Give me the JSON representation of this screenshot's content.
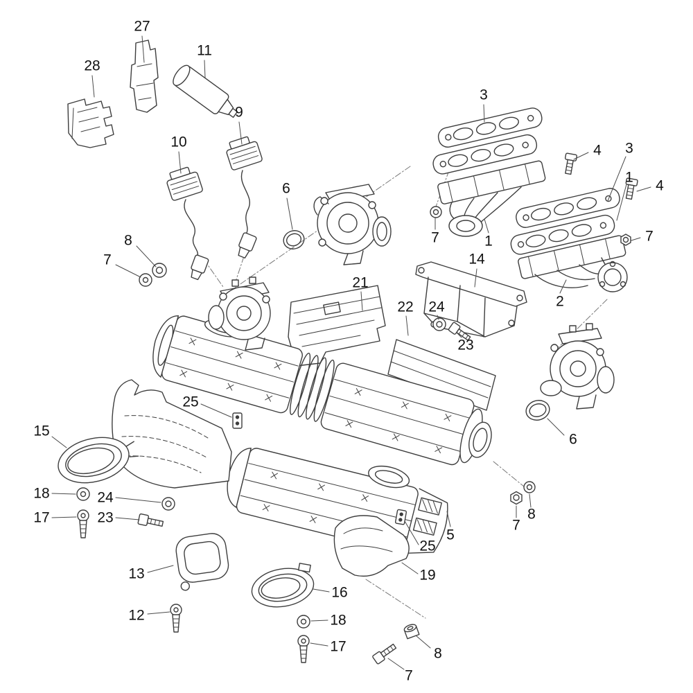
{
  "diagram": {
    "kind": "exploded-parts-line-drawing",
    "colors": {
      "background": "#ffffff",
      "line": "#3d3d3d",
      "label": "#111111"
    },
    "callouts": [
      "27",
      "28",
      "11",
      "9",
      "10",
      "3",
      "4",
      "3",
      "1",
      "4",
      "7",
      "6",
      "7",
      "8",
      "7",
      "1",
      "14",
      "21",
      "22",
      "24",
      "23",
      "2",
      "6",
      "25",
      "15",
      "18",
      "24",
      "17",
      "23",
      "13",
      "12",
      "16",
      "18",
      "17",
      "7",
      "8",
      "5",
      "19",
      "25",
      "7",
      "8"
    ]
  }
}
